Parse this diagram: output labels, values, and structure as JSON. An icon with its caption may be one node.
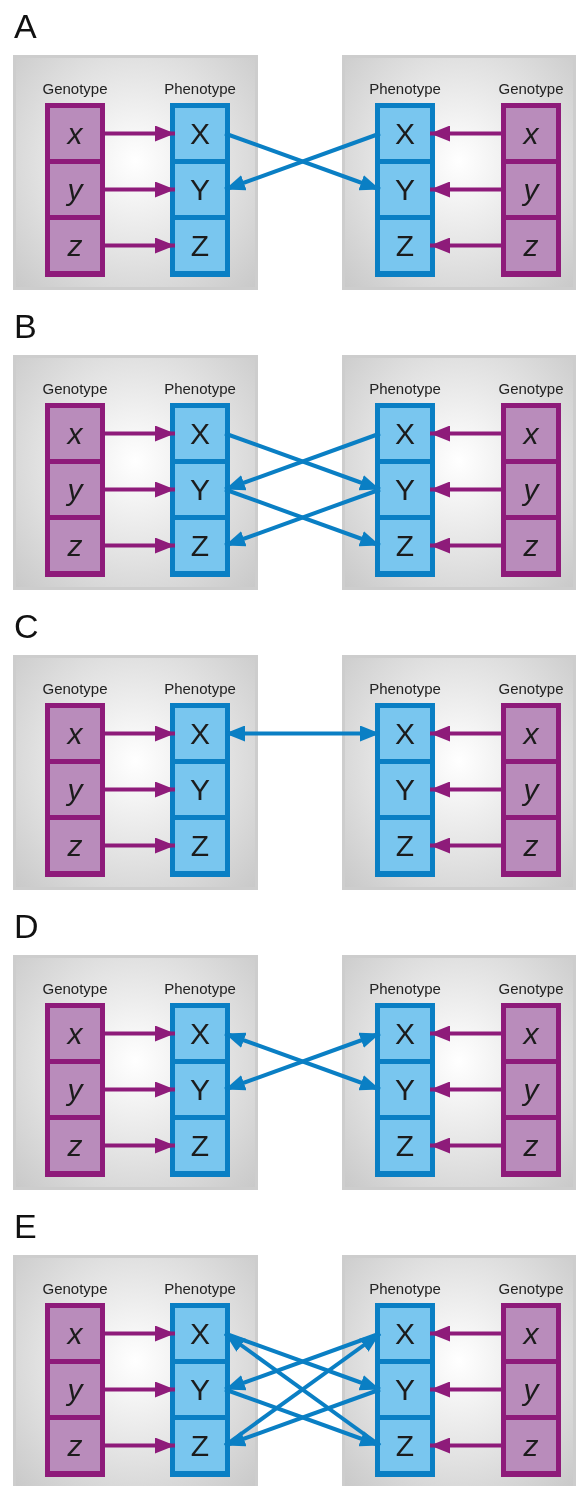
{
  "diagram": {
    "nodes": [
      {
        "text": [],
        "shape": "box"
      },
      {
        "text": [
          "Genotype"
        ],
        "in": 0
      },
      {
        "text": [
          "x"
        ],
        "in": 1
      },
      {
        "text": [
          "y"
        ],
        "in": 1
      },
      {
        "text": [
          "z"
        ],
        "in": 1
      },
      {
        "text": [
          "Phenotype"
        ],
        "in": 0
      },
      {
        "text": [
          "X"
        ],
        "in": 5
      },
      {
        "text": [
          "Y"
        ],
        "in": 5
      },
      {
        "text": [
          "Z"
        ],
        "in": 5
      },
      {
        "text": [],
        "shape": "box"
      },
      {
        "text": [
          "Phenotype"
        ],
        "in": 9
      },
      {
        "text": [
          "X"
        ],
        "in": 10
      },
      {
        "text": [
          "Y"
        ],
        "in": 10
      },
      {
        "text": [
          "Z"
        ],
        "in": 10
      },
      {
        "text": [
          "Genotype"
        ],
        "in": 9
      },
      {
        "text": [
          "x"
        ],
        "in": 14
      },
      {
        "text": [
          "y"
        ],
        "in": 14
      },
      {
        "text": [
          "z"
        ],
        "in": 14
      },
      {
        "text": [],
        "shape": "box"
      },
      {
        "text": [
          "Genotype"
        ],
        "in": 18
      },
      {
        "text": [
          "x"
        ],
        "in": 19
      },
      {
        "text": [
          "y"
        ],
        "in": 19
      },
      {
        "text": [
          "z"
        ],
        "in": 19
      },
      {
        "text": [
          "Phenotype"
        ],
        "in": 18
      },
      {
        "text": [
          "X"
        ],
        "in": 23
      },
      {
        "text": [
          "Y"
        ],
        "in": 23
      },
      {
        "text": [
          "Z"
        ],
        "in": 23
      },
      {
        "text": [],
        "shape": "box"
      },
      {
        "text": [
          "Phenotype"
        ],
        "in": 27
      },
      {
        "text": [
          "X"
        ],
        "in": 28
      },
      {
        "text": [
          "Y"
        ],
        "in": 28
      },
      {
        "text": [
          "Z"
        ],
        "in": 28
      },
      {
        "text": [
          "Genotype"
        ],
        "in": 27
      },
      {
        "text": [
          "x"
        ],
        "in": 32
      },
      {
        "text": [
          "y"
        ],
        "in": 32
      },
      {
        "text": [
          "z"
        ],
        "in": 32
      },
      {
        "text": [],
        "shape": "box"
      },
      {
        "text": [
          "Genotype"
        ],
        "in": 36
      },
      {
        "text": [
          "x"
        ],
        "in": 37
      },
      {
        "text": [
          "y"
        ],
        "in": 37
      },
      {
        "text": [
          "z"
        ],
        "in": 37
      },
      {
        "text": [
          "Phenotype"
        ],
        "in": 36
      },
      {
        "text": [
          "X"
        ],
        "in": 41
      },
      {
        "text": [
          "Y"
        ],
        "in": 41
      },
      {
        "text": [
          "Z"
        ],
        "in": 41
      },
      {
        "text": [],
        "shape": "box"
      },
      {
        "text": [
          "Phenotype"
        ],
        "in": 45
      },
      {
        "text": [
          "X"
        ],
        "in": 46
      },
      {
        "text": [
          "Y"
        ],
        "in": 46
      },
      {
        "text": [
          "Z"
        ],
        "in": 46
      },
      {
        "text": [
          "Genotype"
        ],
        "in": 45
      },
      {
        "text": [
          "x"
        ],
        "in": 50
      },
      {
        "text": [
          "y"
        ],
        "in": 50
      },
      {
        "text": [
          "z"
        ],
        "in": 50
      },
      {
        "text": [],
        "shape": "box"
      },
      {
        "text": [
          "Genotype"
        ],
        "in": 54
      },
      {
        "text": [
          "x"
        ],
        "in": 55
      },
      {
        "text": [
          "y"
        ],
        "in": 55
      },
      {
        "text": [
          "z"
        ],
        "in": 55
      },
      {
        "text": [
          "Phenotype"
        ],
        "in": 54
      },
      {
        "text": [
          "X"
        ],
        "in": 59
      },
      {
        "text": [
          "Y"
        ],
        "in": 59
      },
      {
        "text": [
          "Z"
        ],
        "in": 59
      },
      {
        "text": [],
        "shape": "box"
      },
      {
        "text": [
          "Phenotype"
        ],
        "in": 63
      },
      {
        "text": [
          "X"
        ],
        "in": 64
      },
      {
        "text": [
          "Y"
        ],
        "in": 64
      },
      {
        "text": [
          "Z"
        ],
        "in": 64
      },
      {
        "text": [
          "Genotype"
        ],
        "in": 63
      },
      {
        "text": [
          "x"
        ],
        "in": 68
      },
      {
        "text": [
          "y"
        ],
        "in": 68
      },
      {
        "text": [
          "z"
        ],
        "in": 68
      },
      {
        "text": [],
        "shape": "box"
      },
      {
        "text": [
          "Genotype"
        ],
        "in": 72
      },
      {
        "text": [
          "x"
        ],
        "in": 73
      },
      {
        "text": [
          "y"
        ],
        "in": 73
      },
      {
        "text": [
          "z"
        ],
        "in": 73
      },
      {
        "text": [
          "Phenotype"
        ],
        "in": 72
      },
      {
        "text": [
          "X"
        ],
        "in": 77
      },
      {
        "text": [
          "Y"
        ],
        "in": 77
      },
      {
        "text": [
          "Z"
        ],
        "in": 77
      },
      {
        "text": [],
        "shape": "box"
      },
      {
        "text": [
          "Phenotype"
        ],
        "in": 81
      },
      {
        "text": [
          "X"
        ],
        "in": 82
      },
      {
        "text": [
          "Y"
        ],
        "in": 82
      },
      {
        "text": [
          "Z"
        ],
        "in": 82
      },
      {
        "text": [
          "Genotype"
        ],
        "in": 81
      },
      {
        "text": [
          "x"
        ],
        "in": 86
      },
      {
        "text": [
          "y"
        ],
        "in": 86
      },
      {
        "text": [
          "z"
        ],
        "in": 86
      }
    ],
    "edges": [
      {
        "from": 2,
        "to": 6,
        "arrow": "to"
      },
      {
        "from": 3,
        "to": 7,
        "arrow": "to"
      },
      {
        "from": 4,
        "to": 8,
        "arrow": "to"
      },
      {
        "from": 15,
        "to": 11,
        "arrow": "to"
      },
      {
        "from": 16,
        "to": 12,
        "arrow": "to"
      },
      {
        "from": 17,
        "to": 13,
        "arrow": "to"
      },
      {
        "from": 6,
        "to": 12,
        "arrow": "to",
        "color": "#0a7fc4"
      },
      {
        "from": 11,
        "to": 7,
        "arrow": "to",
        "color": "#0a7fc4"
      },
      {
        "from": 20,
        "to": 24,
        "arrow": "to"
      },
      {
        "from": 21,
        "to": 25,
        "arrow": "to"
      },
      {
        "from": 22,
        "to": 26,
        "arrow": "to"
      },
      {
        "from": 33,
        "to": 29,
        "arrow": "to"
      },
      {
        "from": 34,
        "to": 30,
        "arrow": "to"
      },
      {
        "from": 35,
        "to": 31,
        "arrow": "to"
      },
      {
        "from": 24,
        "to": 30,
        "arrow": "to",
        "color": "#0a7fc4"
      },
      {
        "from": 25,
        "to": 31,
        "arrow": "to",
        "color": "#0a7fc4"
      },
      {
        "from": 29,
        "to": 25,
        "arrow": "to",
        "color": "#0a7fc4"
      },
      {
        "from": 30,
        "to": 26,
        "arrow": "to",
        "color": "#0a7fc4"
      },
      {
        "from": 38,
        "to": 42,
        "arrow": "to"
      },
      {
        "from": 39,
        "to": 43,
        "arrow": "to"
      },
      {
        "from": 40,
        "to": 44,
        "arrow": "to"
      },
      {
        "from": 51,
        "to": 47,
        "arrow": "to"
      },
      {
        "from": 52,
        "to": 48,
        "arrow": "to"
      },
      {
        "from": 53,
        "to": 49,
        "arrow": "to"
      },
      {
        "from": 42,
        "to": 47,
        "arrow": "both",
        "color": "#0a7fc4"
      },
      {
        "from": 56,
        "to": 60,
        "arrow": "to"
      },
      {
        "from": 57,
        "to": 61,
        "arrow": "to"
      },
      {
        "from": 58,
        "to": 62,
        "arrow": "to"
      },
      {
        "from": 69,
        "to": 65,
        "arrow": "to"
      },
      {
        "from": 70,
        "to": 66,
        "arrow": "to"
      },
      {
        "from": 71,
        "to": 67,
        "arrow": "to"
      },
      {
        "from": 60,
        "to": 66,
        "arrow": "both",
        "color": "#0a7fc4"
      },
      {
        "from": 61,
        "to": 65,
        "arrow": "both",
        "color": "#0a7fc4"
      },
      {
        "from": 74,
        "to": 78,
        "arrow": "to"
      },
      {
        "from": 75,
        "to": 79,
        "arrow": "to"
      },
      {
        "from": 76,
        "to": 80,
        "arrow": "to"
      },
      {
        "from": 87,
        "to": 83,
        "arrow": "to"
      },
      {
        "from": 88,
        "to": 84,
        "arrow": "to"
      },
      {
        "from": 89,
        "to": 85,
        "arrow": "to"
      },
      {
        "from": 78,
        "to": 84,
        "arrow": "to",
        "color": "#0a7fc4"
      },
      {
        "from": 79,
        "to": 85,
        "arrow": "to",
        "color": "#0a7fc4"
      },
      {
        "from": 83,
        "to": 79,
        "arrow": "to",
        "color": "#0a7fc4"
      },
      {
        "from": 84,
        "to": 80,
        "arrow": "to",
        "color": "#0a7fc4"
      },
      {
        "from": 85,
        "to": 78,
        "arrow": "to",
        "color": "#0a7fc4"
      },
      {
        "from": 80,
        "to": 83,
        "arrow": "to",
        "color": "#0a7fc4"
      }
    ],
    "labels": [
      "A",
      "B",
      "C",
      "D",
      "E"
    ]
  }
}
